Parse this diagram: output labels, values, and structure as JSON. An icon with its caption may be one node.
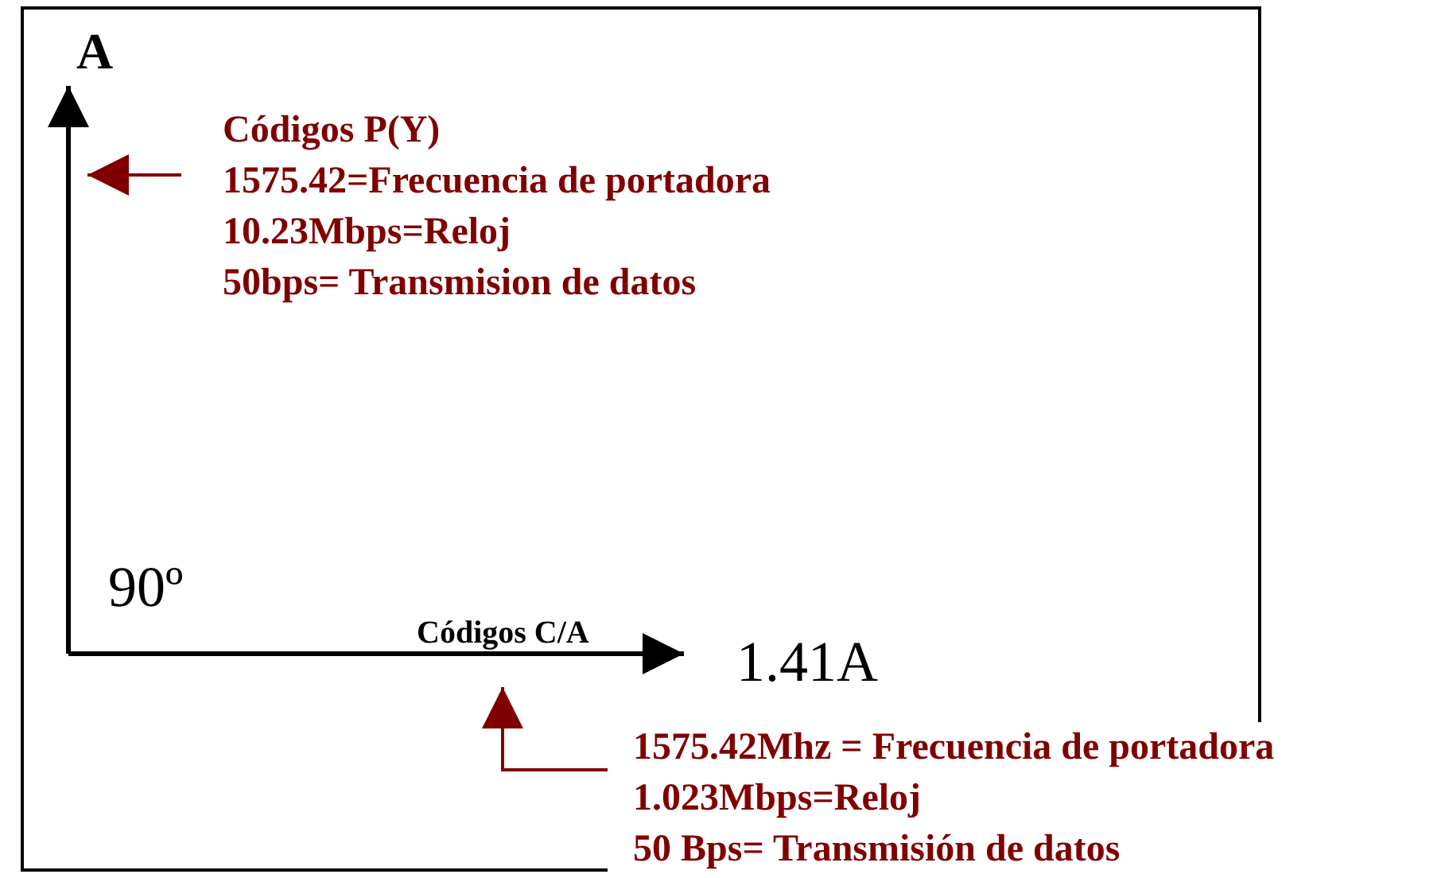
{
  "diagram": {
    "nodes": [
      {
        "text": [
          "A"
        ]
      },
      {
        "text": [
          "Códigos P(Y)",
          "1575.42=Frecuencia de portadora",
          "10.23Mbps=Reloj",
          "50bps= Transmision de datos"
        ]
      },
      {
        "text": [
          "Códigos C/A"
        ]
      },
      {
        "text": [
          "1.41A"
        ]
      },
      {
        "text": [
          "1575.42Mhz = Frecuencia de portadora",
          "1.023Mbps=Reloj",
          "50 Bps= Transmisión de datos"
        ]
      }
    ],
    "edges": [
      {
        "from": null,
        "to": 0,
        "arrow": "to"
      },
      {
        "from": null,
        "to": 3,
        "arrow": "to"
      },
      {
        "from": 1,
        "to": null,
        "arrow": "to",
        "color": "#800000"
      },
      {
        "from": 4,
        "to": 2,
        "arrow": "to",
        "color": "#800000"
      }
    ],
    "labels": [
      "90º"
    ]
  }
}
